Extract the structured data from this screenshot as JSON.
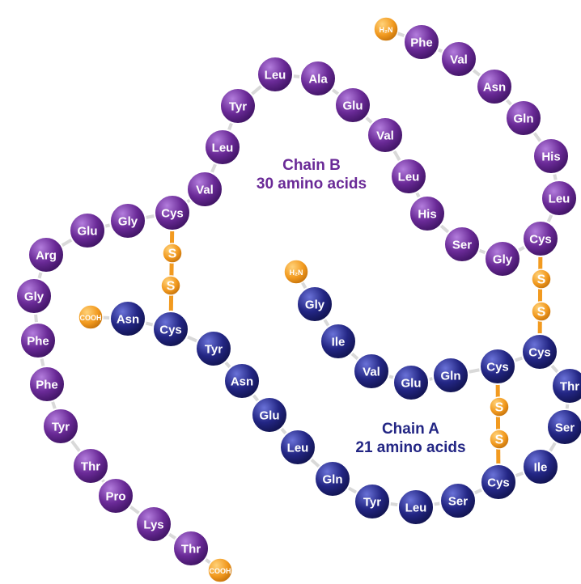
{
  "colors": {
    "chain_b": "#6a2a97",
    "chain_a": "#232684",
    "terminal": "#f29a1f",
    "disulfide": "#f29a1f"
  },
  "chain_b": {
    "name": "Chain B",
    "count_label": "30 amino acids",
    "n_terminus": "H₂N",
    "c_terminus": "COOH",
    "residues": [
      "Phe",
      "Val",
      "Asn",
      "Gln",
      "His",
      "Leu",
      "Cys",
      "Gly",
      "Ser",
      "His",
      "Leu",
      "Val",
      "Glu",
      "Ala",
      "Leu",
      "Tyr",
      "Leu",
      "Val",
      "Cys",
      "Gly",
      "Glu",
      "Arg",
      "Gly",
      "Phe",
      "Phe",
      "Tyr",
      "Thr",
      "Pro",
      "Lys",
      "Thr"
    ]
  },
  "chain_a": {
    "name": "Chain A",
    "count_label": "21 amino acids",
    "n_terminus": "H₂N",
    "c_terminus": "COOH",
    "residues": [
      "Gly",
      "Ile",
      "Val",
      "Glu",
      "Gln",
      "Cys",
      "Cys",
      "Thr",
      "Ser",
      "Ile",
      "Cys",
      "Ser",
      "Leu",
      "Tyr",
      "Gln",
      "Leu",
      "Glu",
      "Asn",
      "Tyr",
      "Cys",
      "Asn"
    ]
  },
  "disulfide_bonds": [
    {
      "label": "S–S",
      "atoms": [
        "S",
        "S"
      ],
      "between": "Chain B Cys 7 – Chain A Cys 7"
    },
    {
      "label": "S–S",
      "atoms": [
        "S",
        "S"
      ],
      "between": "Chain B Cys 19 – Chain A Cys 20"
    },
    {
      "label": "S–S",
      "atoms": [
        "S",
        "S"
      ],
      "between": "Chain A Cys 6 – Chain A Cys 11"
    }
  ]
}
